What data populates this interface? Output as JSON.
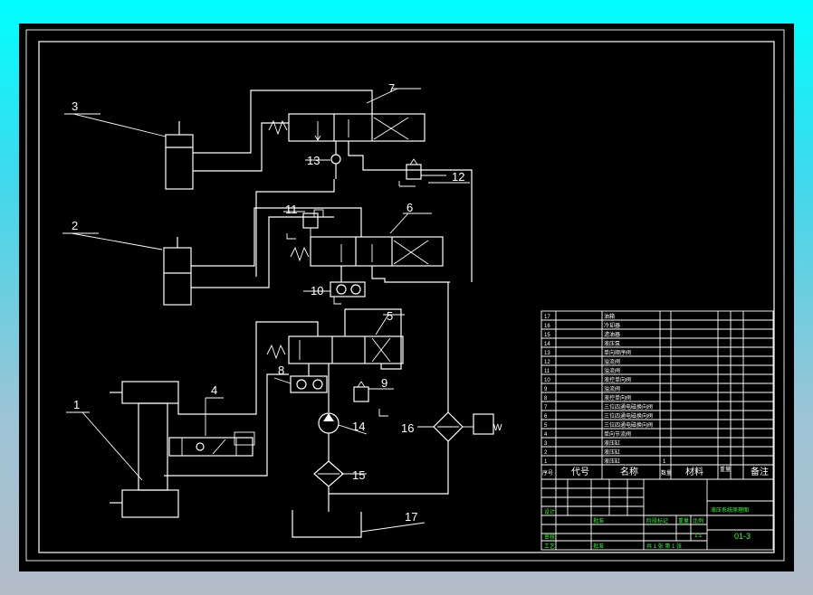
{
  "labels": {
    "l1": "1",
    "l2": "2",
    "l3": "3",
    "l4": "4",
    "l5": "5",
    "l6": "6",
    "l7": "7",
    "l8": "8",
    "l9": "9",
    "l10": "10",
    "l11": "11",
    "l12": "12",
    "l13": "13",
    "l14": "14",
    "l15": "15",
    "l16": "16",
    "l17": "17",
    "filter_w": "W"
  },
  "bom": {
    "rows": [
      {
        "no": "17",
        "name": "油箱"
      },
      {
        "no": "16",
        "name": "冷却器"
      },
      {
        "no": "15",
        "name": "滤油器"
      },
      {
        "no": "14",
        "name": "液压泵"
      },
      {
        "no": "13",
        "name": "单向顺序阀"
      },
      {
        "no": "12",
        "name": "溢流阀"
      },
      {
        "no": "11",
        "name": "溢流阀"
      },
      {
        "no": "10",
        "name": "液控单向阀"
      },
      {
        "no": "9",
        "name": "溢流阀"
      },
      {
        "no": "8",
        "name": "液控单向阀"
      },
      {
        "no": "7",
        "name": "三位四通电磁换向阀"
      },
      {
        "no": "6",
        "name": "三位四通电磁换向阀"
      },
      {
        "no": "5",
        "name": "三位四通电磁换向阀"
      },
      {
        "no": "4",
        "name": "单向节流阀"
      },
      {
        "no": "3",
        "name": "液压缸"
      },
      {
        "no": "2",
        "name": "液压缸"
      },
      {
        "no": "1",
        "name": "液压缸"
      }
    ],
    "header": {
      "no": "序号",
      "code": "代号",
      "name": "名称",
      "qty": "数量",
      "material": "材料",
      "weight": "重量",
      "remark": "备注"
    },
    "qty_last": "1"
  },
  "title_block": {
    "drawing_no": "01-3",
    "scale": "1:1",
    "green_top": "液压系统原理图",
    "designer": "设计",
    "checker": "审核",
    "approver": "批准",
    "process": "工艺",
    "stage_mark": "阶段标记",
    "weight": "重量",
    "scale_label": "比例",
    "sheet": "共 1 张  第 1 张"
  }
}
